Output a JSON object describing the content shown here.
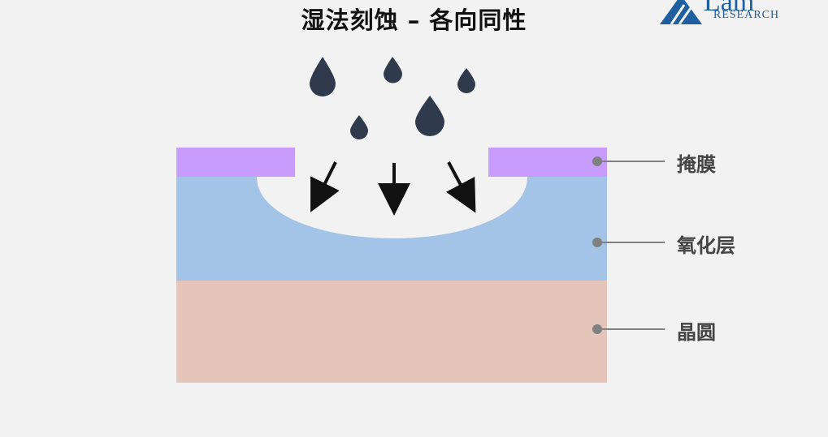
{
  "title": "湿法刻蚀 – 各向同性",
  "logo": {
    "word": "Lam",
    "sub": "RESEARCH"
  },
  "labels": {
    "mask": "掩膜",
    "oxide": "氧化层",
    "wafer": "晶圆"
  },
  "colors": {
    "mask": "#c89bff",
    "oxide": "#a3c4e6",
    "wafer": "#e5c4b9",
    "droplet": "#2f3a4c",
    "leader": "#808080"
  }
}
